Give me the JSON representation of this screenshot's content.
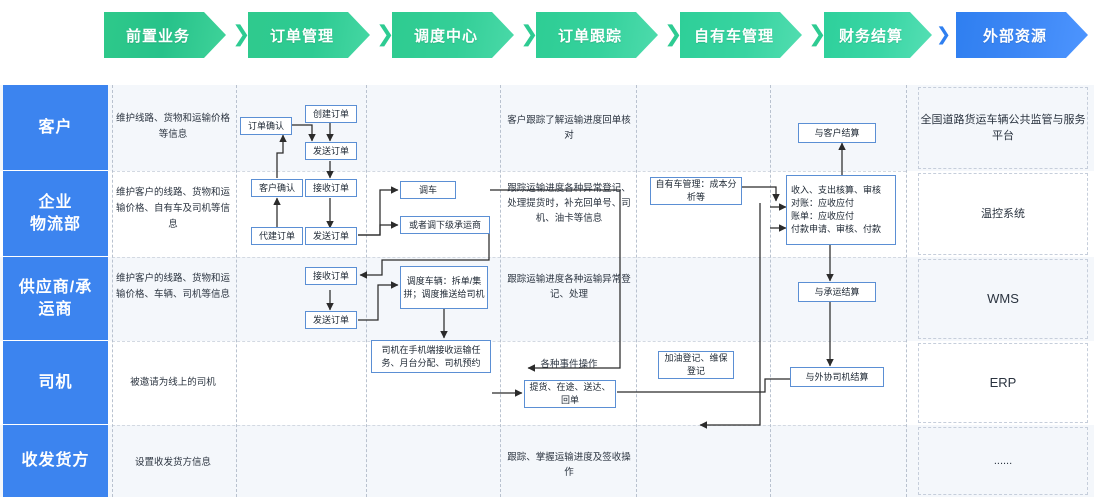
{
  "header": {
    "steps": [
      {
        "label": "前置业务",
        "color": "#2ec98a"
      },
      {
        "label": "订单管理",
        "color": "#2fca8d"
      },
      {
        "label": "调度中心",
        "color": "#2ecb90"
      },
      {
        "label": "订单跟踪",
        "color": "#2ecd94"
      },
      {
        "label": "自有车管理",
        "color": "#2ecf98"
      },
      {
        "label": "财务结算",
        "color": "#2ed09b"
      },
      {
        "label": "外部资源",
        "color": "#2f7ff0"
      }
    ],
    "separator": "❯"
  },
  "rows": [
    {
      "name": "客户"
    },
    {
      "name": "企业\n物流部",
      "line1": "企业",
      "line2": "物流部"
    },
    {
      "name": "供应商/承运商",
      "line1": "供应商/承",
      "line2": "运商"
    },
    {
      "name": "司机"
    },
    {
      "name": "收发货方"
    }
  ],
  "col_prebusiness": {
    "customer": "维护线路、货物和运输价格等信息",
    "enterprise": "维护客户的线路、货物和运输价格、自有车及司机等信息",
    "supplier": "维护客户的线路、货物和运输价格、车辆、司机等信息",
    "driver": "被邀请为线上的司机",
    "consignor": "设置收发货方信息"
  },
  "col_order": {
    "create_order": "创建订单",
    "order_confirm": "订单确认",
    "send_order_1": "发送订单",
    "customer_confirm": "客户确认",
    "receive_order_1": "接收订单",
    "proxy_create_order": "代建订单",
    "send_order_2": "发送订单",
    "receive_order_2": "接收订单",
    "send_order_3": "发送订单"
  },
  "col_dispatch": {
    "dispatch_vehicle": "调车",
    "dispatch_sub_carrier": "或者调下级承运商",
    "dispatch_detail": "调度车辆：拆单/集拼；调度推送给司机",
    "driver_mobile": "司机在手机端接收运输任务、月台分配、司机预约"
  },
  "col_tracking": {
    "customer": "客户跟踪了解运输进度回单核对",
    "enterprise": "跟踪运输进度各种异常登记、处理提货时，补充回单号、司机、油卡等信息",
    "supplier": "跟踪运输进度各种运输异常登记、处理",
    "driver_events": "各种事件操作",
    "driver_box": "提货、在途、送达、回单",
    "consignor": "跟踪、掌握运输进度及签收操作"
  },
  "col_ownvehicle": {
    "manage": "自有车管理：成本分析等",
    "fuel": "加油登记、维保登记"
  },
  "col_finance": {
    "settle_customer": "与客户结算",
    "accounting": "收入、支出核算、审核\n对账：应收应付\n账单：应收应付\n付款申请、审核、付款",
    "accounting_lines": [
      "收入、支出核算、审核",
      "对账：应收应付",
      "账单：应收应付",
      "付款申请、审核、付款"
    ],
    "settle_carrier": "与承运结算",
    "settle_outdriver": "与外协司机结算"
  },
  "col_external": {
    "customer": "全国道路货运车辆公共监管与服务平台",
    "enterprise": "温控系统",
    "supplier": "WMS",
    "driver": "ERP",
    "consignor": "......"
  },
  "colors": {
    "green": "#2ec98a",
    "blue": "#3c84ef",
    "box_border": "#5b8fd4",
    "band_shade": "#f4f7fb"
  }
}
